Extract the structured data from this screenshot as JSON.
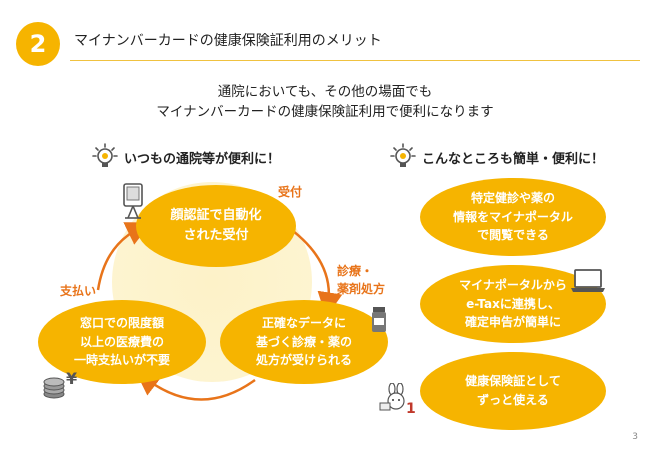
{
  "header": {
    "badge_number": "2",
    "title": "マイナンバーカードの健康保険証利用のメリット"
  },
  "intro": {
    "line1": "通院においても、その他の場面でも",
    "line2": "マイナンバーカードの健康保険証利用で便利になります"
  },
  "left_section": {
    "heading": "いつもの通院等が便利に！",
    "cycle": [
      {
        "label": "受付",
        "circle_line1": "顔認証で自動化",
        "circle_line2": "された受付"
      },
      {
        "label_line1": "診療・",
        "label_line2": "薬剤処方",
        "circle_line1": "正確なデータに",
        "circle_line2": "基づく診療・薬の",
        "circle_line3": "処方が受けられる"
      },
      {
        "label": "支払い",
        "circle_line1": "窓口での限度額",
        "circle_line2": "以上の医療費の",
        "circle_line3": "一時支払いが不要"
      }
    ]
  },
  "right_section": {
    "heading": "こんなところも簡単・便利に！",
    "items": [
      {
        "line1": "特定健診や薬の",
        "line2": "情報をマイナポータル",
        "line3": "で閲覧できる"
      },
      {
        "line1": "マイナポータルから",
        "line2": "e-Taxに連携し、",
        "line3": "確定申告が簡単に"
      },
      {
        "line1": "健康保険証として",
        "line2": "ずっと使える"
      }
    ]
  },
  "page_number": "3",
  "colors": {
    "accent": "#f6b400",
    "orange": "#e8741a",
    "light_bg": "#fdf2c8"
  },
  "icons": [
    "lightbulb-gear-icon",
    "face-auth-terminal-icon",
    "pill-bottle-icon",
    "coins-yen-icon",
    "laptop-icon",
    "rabbit-mascot-icon"
  ]
}
